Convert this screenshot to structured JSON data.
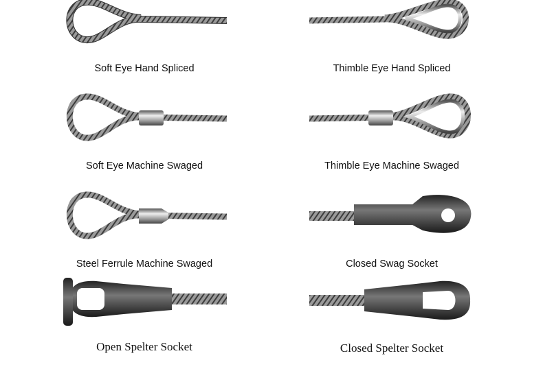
{
  "items": [
    {
      "label": "Soft Eye Hand Spliced",
      "type": "soft-eye-hand-spliced"
    },
    {
      "label": "Thimble Eye Hand Spliced",
      "type": "thimble-eye-hand-spliced"
    },
    {
      "label": "Soft Eye Machine Swaged",
      "type": "soft-eye-machine-swaged"
    },
    {
      "label": "Thimble Eye Machine Swaged",
      "type": "thimble-eye-machine-swaged"
    },
    {
      "label": "Steel Ferrule Machine Swaged",
      "type": "steel-ferrule-machine-swaged"
    },
    {
      "label": "Closed Swag Socket",
      "type": "closed-swag-socket"
    },
    {
      "label": "Open Spelter Socket",
      "type": "open-spelter-socket"
    },
    {
      "label": "Closed Spelter Socket",
      "type": "closed-spelter-socket"
    }
  ],
  "colors": {
    "rope": "#8a8a8a",
    "rope_dark": "#3a3a3a",
    "metal": "#b0b0b0",
    "socket": "#2e2e2e"
  }
}
